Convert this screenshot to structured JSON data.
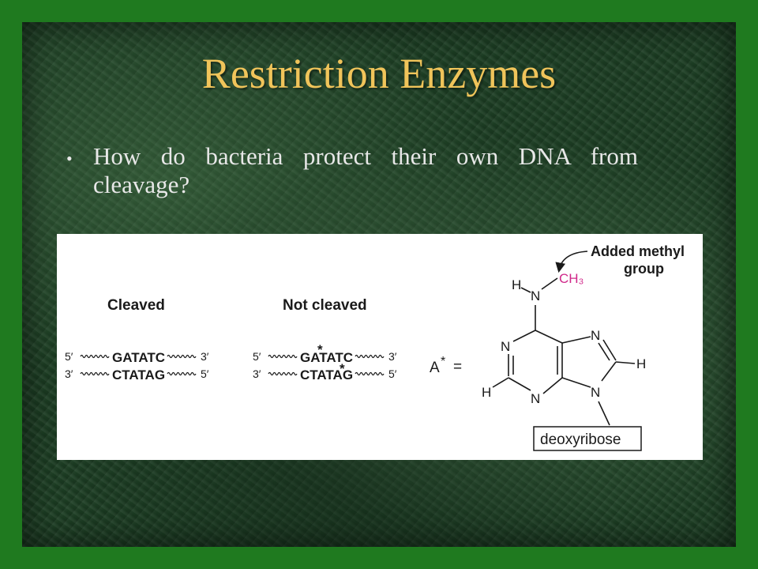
{
  "slide": {
    "title": "Restriction Enzymes",
    "bullet": "How do bacteria protect their own DNA from cleavage?",
    "title_color": "#f0c45a",
    "text_color": "#e8e8e8"
  },
  "figure": {
    "cleaved": {
      "heading": "Cleaved",
      "top_5": "5′",
      "top_seq": "GATATC",
      "top_3": "3′",
      "bot_3": "3′",
      "bot_seq": "CTATAG",
      "bot_5": "5′"
    },
    "not_cleaved": {
      "heading": "Not cleaved",
      "top_5": "5′",
      "top_seq": "GATATC",
      "top_3": "3′",
      "bot_3": "3′",
      "bot_seq": "CTATAG",
      "bot_5": "5′",
      "mark": "*"
    },
    "molecule": {
      "a_star_label": "A",
      "a_star_mark": "*",
      "equals": "=",
      "h_amine": "H",
      "n_amine": "N",
      "ch3": "CH₃",
      "n1": "N",
      "n3": "N",
      "n7": "N",
      "n9": "N",
      "h2": "H",
      "h8": "H",
      "annotation_line1": "Added methyl",
      "annotation_line2": "group",
      "sugar": "deoxyribose",
      "methyl_color": "#d0288a"
    }
  }
}
